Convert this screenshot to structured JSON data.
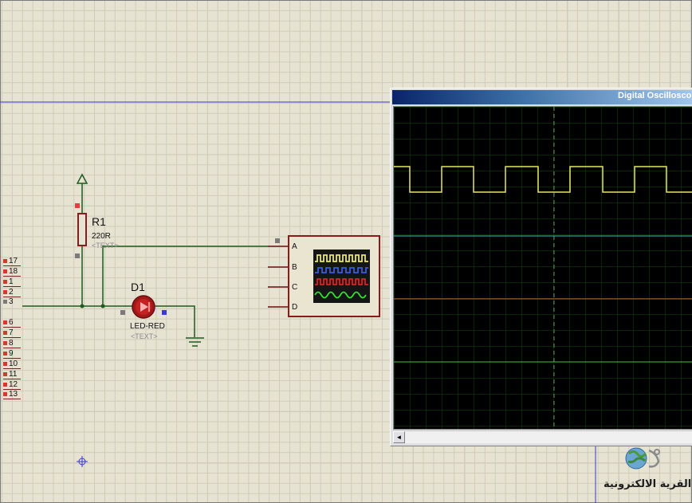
{
  "schematic": {
    "resistor": {
      "ref": "R1",
      "value": "220R",
      "text_tag": "<TEXT>"
    },
    "led": {
      "ref": "D1",
      "value": "LED-RED",
      "text_tag": "<TEXT>"
    },
    "scope_inputs": [
      "A",
      "B",
      "C",
      "D"
    ],
    "port_pins_top": [
      "17",
      "18",
      "1",
      "2",
      "3"
    ],
    "port_pins_bottom": [
      "6",
      "7",
      "8",
      "9",
      "10",
      "11",
      "12",
      "13"
    ]
  },
  "oscilloscope": {
    "title": "Digital Oscilloscope",
    "scroll_left": "◄",
    "channel_colors": {
      "A": "#e8e860",
      "B": "#3fb6d9",
      "C": "#e04040",
      "D": "#40c040"
    }
  },
  "watermark": {
    "text": "القرية الالكترونية"
  },
  "colors": {
    "wire": "#1e5a1e",
    "component_outline": "#8b1a1a",
    "grid": "#d0ccb9"
  }
}
